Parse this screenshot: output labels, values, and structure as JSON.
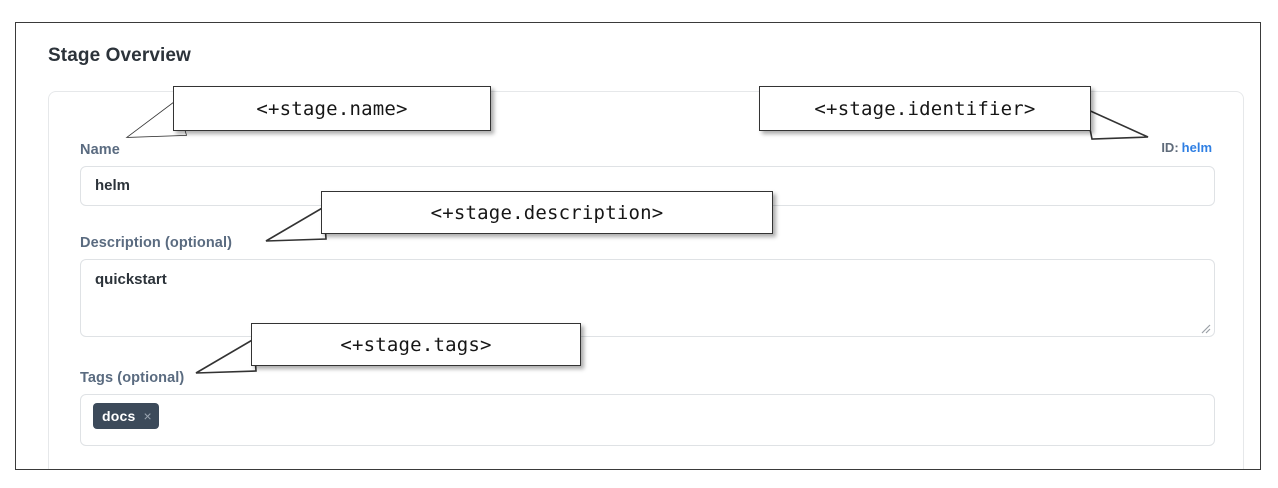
{
  "section": {
    "title": "Stage Overview"
  },
  "form": {
    "name": {
      "label": "Name",
      "value": "helm",
      "placeholder": ""
    },
    "description": {
      "label": "Description (optional)",
      "value": "quickstart",
      "placeholder": ""
    },
    "tags": {
      "label": "Tags (optional)",
      "chips": [
        {
          "label": "docs",
          "remove_glyph": "×"
        }
      ],
      "placeholder": ""
    },
    "identifier": {
      "key": "ID:",
      "value": "helm"
    }
  },
  "callouts": [
    {
      "id": "stage-name",
      "text": "<+stage.name>"
    },
    {
      "id": "stage-identifier",
      "text": "<+stage.identifier>"
    },
    {
      "id": "stage-description",
      "text": "<+stage.description>"
    },
    {
      "id": "stage-tags",
      "text": "<+stage.tags>"
    }
  ],
  "colors": {
    "frame_border": "#3a3a3a",
    "label_text": "#5a6b80",
    "heading_text": "#2c333a",
    "input_border": "#dfe2e5",
    "tag_chip_bg": "#3c4a5a",
    "id_value_blue": "#2f7fe3",
    "callout_border": "#333333"
  }
}
